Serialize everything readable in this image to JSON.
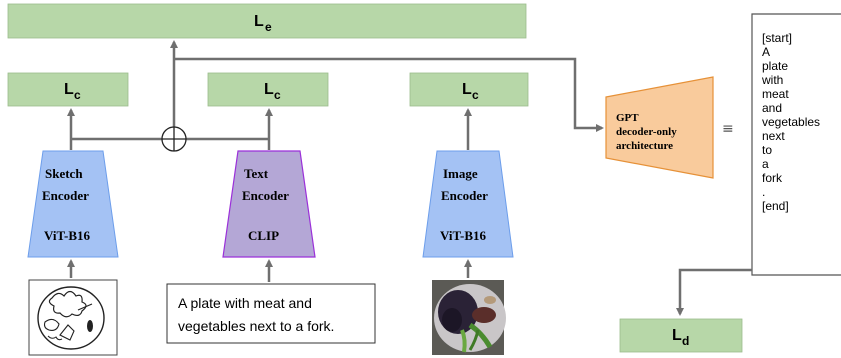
{
  "losses": {
    "top": {
      "main": "L",
      "sub": "e"
    },
    "sketch": {
      "main": "L",
      "sub": "c"
    },
    "text": {
      "main": "L",
      "sub": "c"
    },
    "image": {
      "main": "L",
      "sub": "c"
    },
    "decoder": {
      "main": "L",
      "sub": "d"
    }
  },
  "encoders": {
    "sketch": {
      "line1": "Sketch",
      "line2": "Encoder",
      "model": "ViT-B16"
    },
    "text": {
      "line1": "Text",
      "line2": "Encoder",
      "model": "CLIP"
    },
    "image": {
      "line1": "Image",
      "line2": "Encoder",
      "model": "ViT-B16"
    }
  },
  "gpt": {
    "line1": "GPT",
    "line2": "decoder-only",
    "line3": "architecture"
  },
  "equiv_symbol": "≡",
  "caption": {
    "line1": "A plate with meat and",
    "line2": "vegetables next to a fork."
  },
  "output_tokens": [
    "[start]",
    "A",
    "plate",
    "with",
    "meat",
    "and",
    "vegetables",
    "next",
    "to",
    "a",
    "fork",
    ".",
    "[end]"
  ],
  "colors": {
    "loss_fill": "#b7d7a8",
    "sketch_encoder": "#a4c2f4",
    "text_encoder": "#b4a7d6",
    "image_encoder": "#a4c2f4",
    "gpt_fill": "#f9cb9c",
    "connector": "#6f6f6f"
  }
}
